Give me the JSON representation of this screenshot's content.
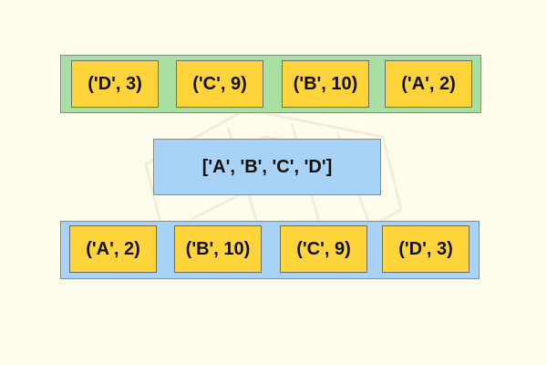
{
  "colors": {
    "background": "#FEFDEB",
    "top_row_fill": "#A8E0A4",
    "bottom_row_fill": "#A8D2F6",
    "tuple_fill": "#FFD43A",
    "keys_fill": "#A8D2F6"
  },
  "top_row": {
    "items": [
      "('D', 3)",
      "('C', 9)",
      "('B', 10)",
      "('A', 2)"
    ]
  },
  "keys_box": {
    "label": "['A', 'B', 'C', 'D']"
  },
  "bottom_row": {
    "items": [
      "('A', 2)",
      "('B', 10)",
      "('C', 9)",
      "('D', 3)"
    ]
  }
}
